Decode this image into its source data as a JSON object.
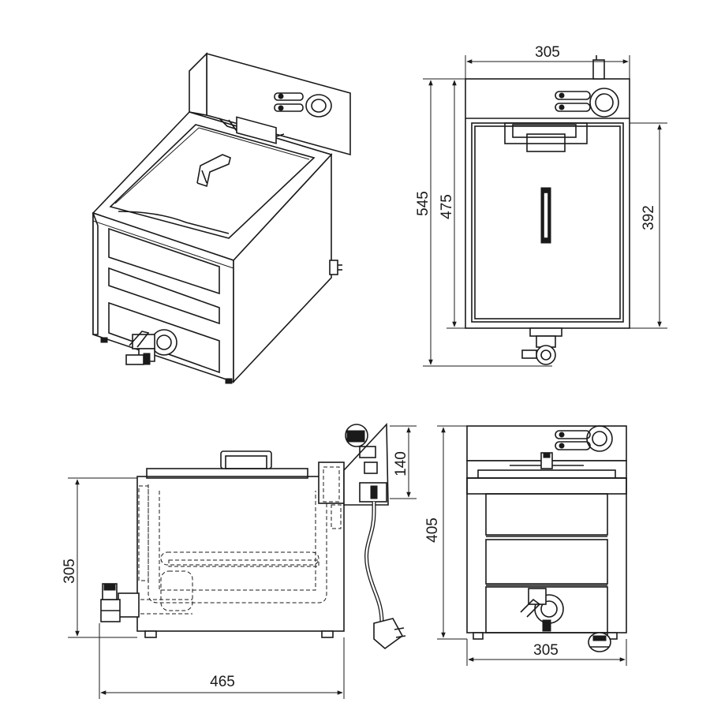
{
  "dimensions": {
    "top_view_width": "305",
    "top_view_height_outer": "545",
    "top_view_height_inner": "475",
    "top_view_height_tank": "392",
    "side_view_width": "465",
    "side_view_height": "305",
    "side_view_control_height": "140",
    "front_view_height": "405",
    "front_view_width": "305"
  },
  "colors": {
    "line": "#1a1a1a",
    "background": "#ffffff",
    "shade": "#e8e8e8"
  }
}
